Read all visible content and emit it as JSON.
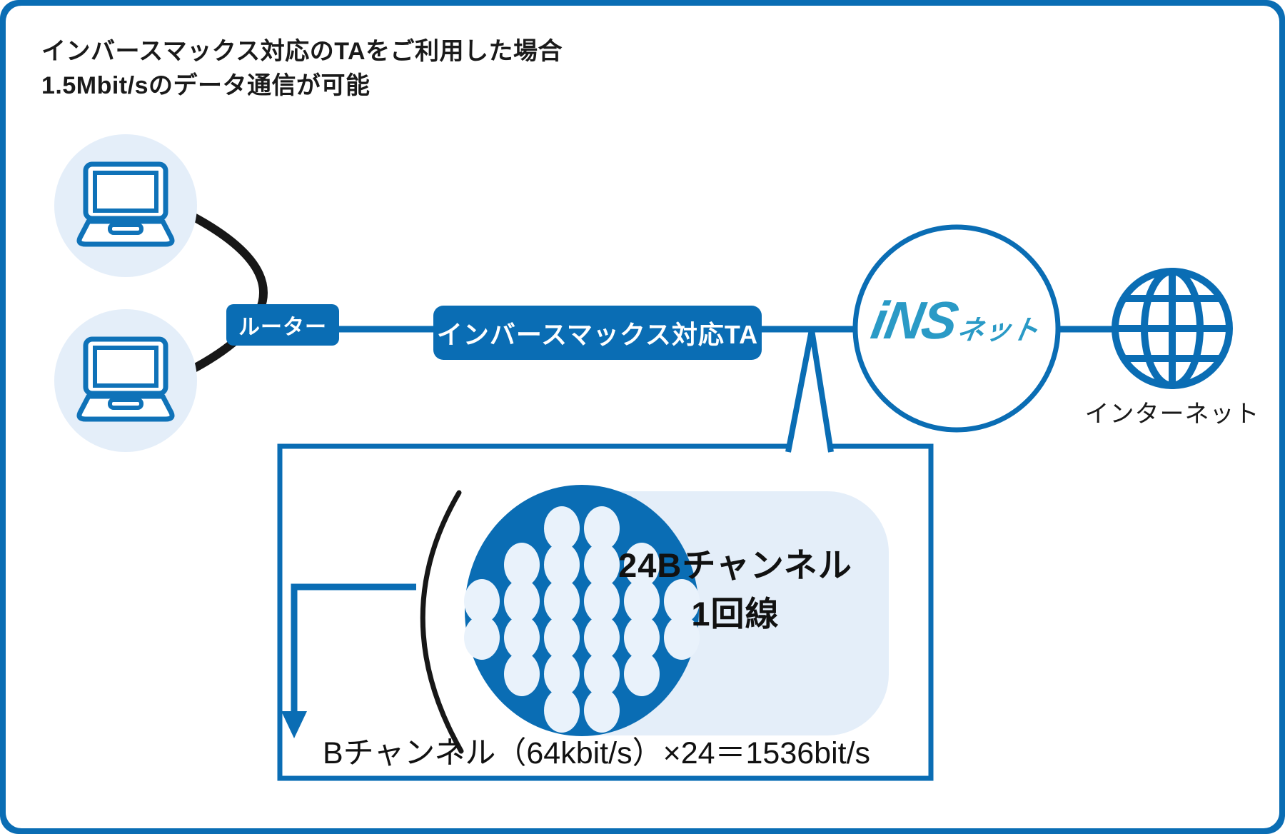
{
  "title": {
    "line1": "インバースマックス対応のTAをご利用した場合",
    "line2": "1.5Mbit/sのデータ通信が可能"
  },
  "nodes": {
    "router_label": "ルーター",
    "ta_label": "インバースマックス対応TA",
    "ins_logo_text": "iNS",
    "ins_logo_suffix": "ネット",
    "internet_label": "インターネット"
  },
  "callout": {
    "channel_line1": "24Bチャンネル",
    "channel_line2": "1回線",
    "formula": "Bチャンネル（64kbit/s）×24＝1536bit/s",
    "channels": {
      "count": 24,
      "rows": [
        2,
        4,
        6,
        6,
        4,
        2
      ]
    }
  },
  "colors": {
    "brand_blue": "#0a6db4",
    "light_blue": "#e4eef9",
    "logo_blue": "#2a9ac6",
    "text_black": "#1a1a1a"
  }
}
